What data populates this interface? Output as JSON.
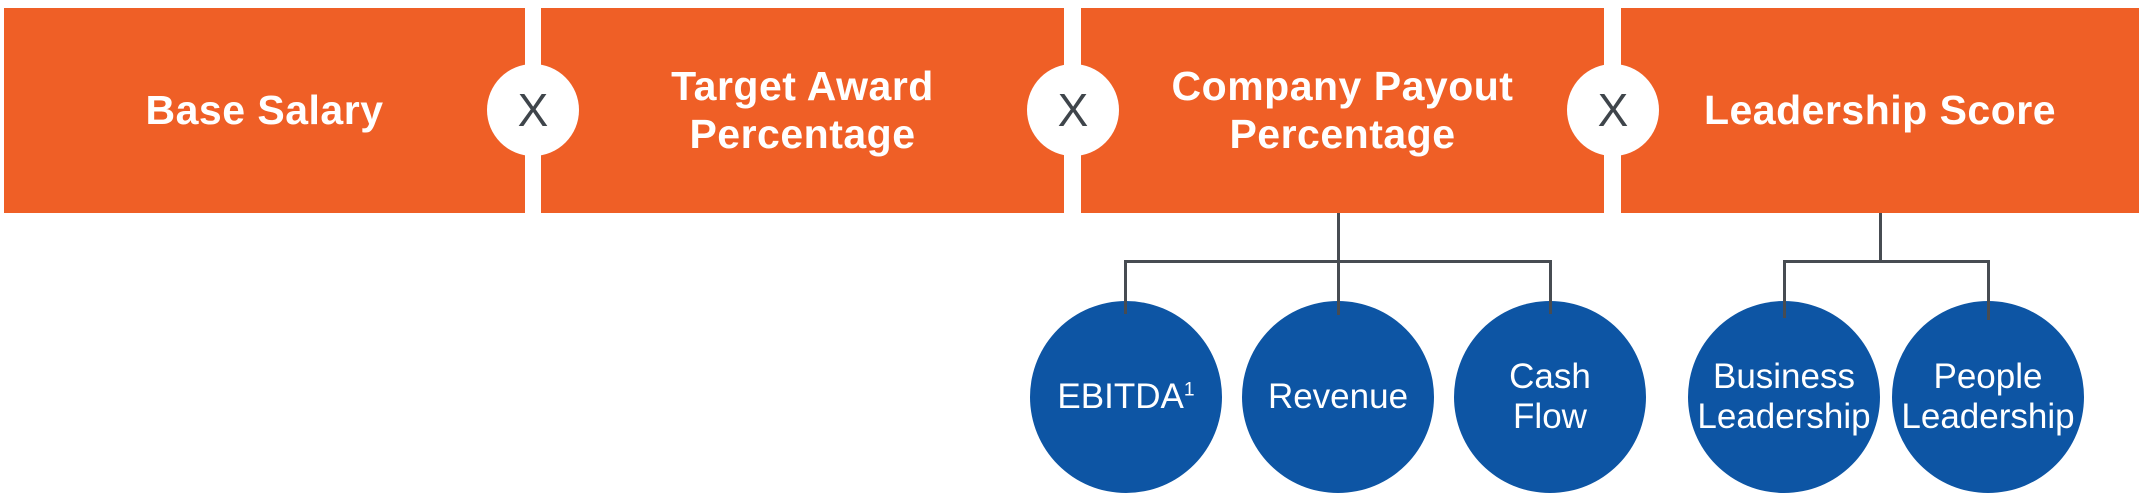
{
  "colors": {
    "bar_orange": "#EF5F26",
    "circle_blue": "#0D55A4",
    "connector_gray": "#474C52",
    "operator_x_color": "#3F454B"
  },
  "formula_bar": {
    "operator_symbol": "X",
    "blocks": [
      "Base Salary",
      "Target Award\nPercentage",
      "Company Payout\nPercentage",
      "Leadership Score"
    ]
  },
  "company_payout_metrics": [
    {
      "label": "EBITDA",
      "superscript": "1"
    },
    {
      "label": "Revenue"
    },
    {
      "label": "Cash\nFlow"
    }
  ],
  "leadership_metrics": [
    {
      "label": "Business\nLeadership"
    },
    {
      "label": "People\nLeadership"
    }
  ]
}
